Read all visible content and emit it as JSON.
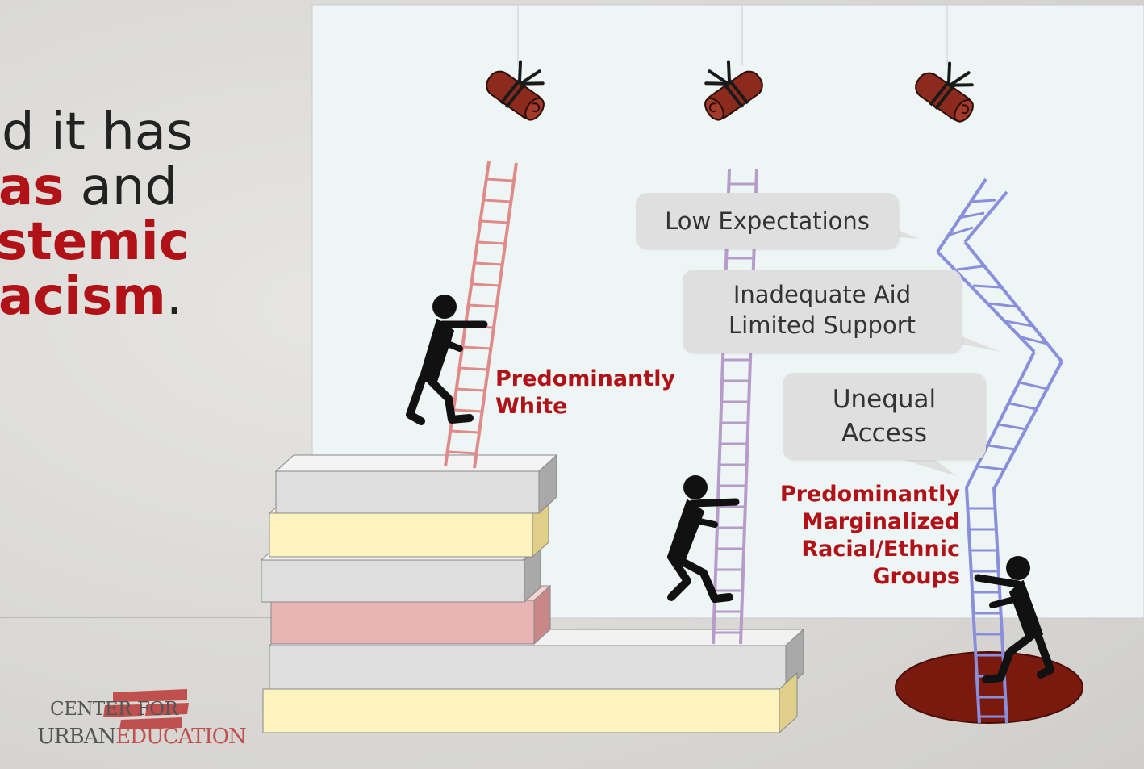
{
  "headline": {
    "line1": "d it has",
    "line2_red": "as",
    "line2_rest": " and",
    "line3_red": "stemic",
    "line4_red": "acism",
    "line4_rest": "."
  },
  "callouts": {
    "low_expectations": "Low Expectations",
    "inadequate_aid": "Inadequate Aid",
    "limited_support": "Limited Support",
    "unequal": "Unequal",
    "access": "Access"
  },
  "groups": {
    "white_line1": "Predominantly",
    "white_line2": "White",
    "marginalized_line1": "Predominantly",
    "marginalized_line2": "Marginalized",
    "marginalized_line3": "Racial/Ethnic",
    "marginalized_line4": "Groups"
  },
  "logo": {
    "line1": "CENTER FOR",
    "line2a": "URBAN",
    "line2b": "EDUCATION"
  },
  "colors": {
    "accent_red": "#b01217",
    "ladder_pink": "#e08a8a",
    "ladder_purple": "#b79bc9",
    "ladder_blue": "#8a8fdc",
    "diploma": "#8b2a1d",
    "block_gray": "#dedede",
    "block_yellow": "#fdf3c0",
    "block_pink": "#e9b4b4",
    "hole": "#7a1a0e"
  }
}
